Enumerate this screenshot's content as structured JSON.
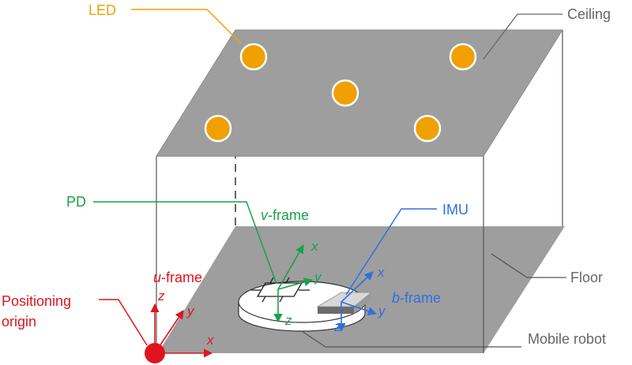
{
  "colors": {
    "led": "#f0a000",
    "led_stroke": "#ffffff",
    "pd_green": "#1aa04a",
    "imu_blue": "#2f6fe0",
    "origin_red": "#e0141e",
    "surface_gray": "#9e9e9e",
    "edge_gray": "#555555",
    "callout_gray": "#666666"
  },
  "labels": {
    "led": "LED",
    "ceiling": "Ceiling",
    "floor": "Floor",
    "mobile_robot": "Mobile robot",
    "pd": "PD",
    "imu": "IMU",
    "positioning_origin_line1": "Positioning",
    "positioning_origin_line2": "origin"
  },
  "frames": {
    "u_frame": {
      "prefix": "u",
      "suffix": "-frame",
      "axes": {
        "x": "x",
        "y": "y",
        "z": "z"
      }
    },
    "v_frame": {
      "prefix": "v",
      "suffix": "-frame",
      "axes": {
        "x": "x",
        "y": "y",
        "z": "z"
      }
    },
    "b_frame": {
      "prefix": "b",
      "suffix": "-frame",
      "axes": {
        "x": "x",
        "y": "y",
        "z": "z"
      }
    }
  },
  "icons": [
    "led-icon",
    "photodiode-icon",
    "imu-icon",
    "origin-dot-icon",
    "mobile-robot-icon"
  ]
}
